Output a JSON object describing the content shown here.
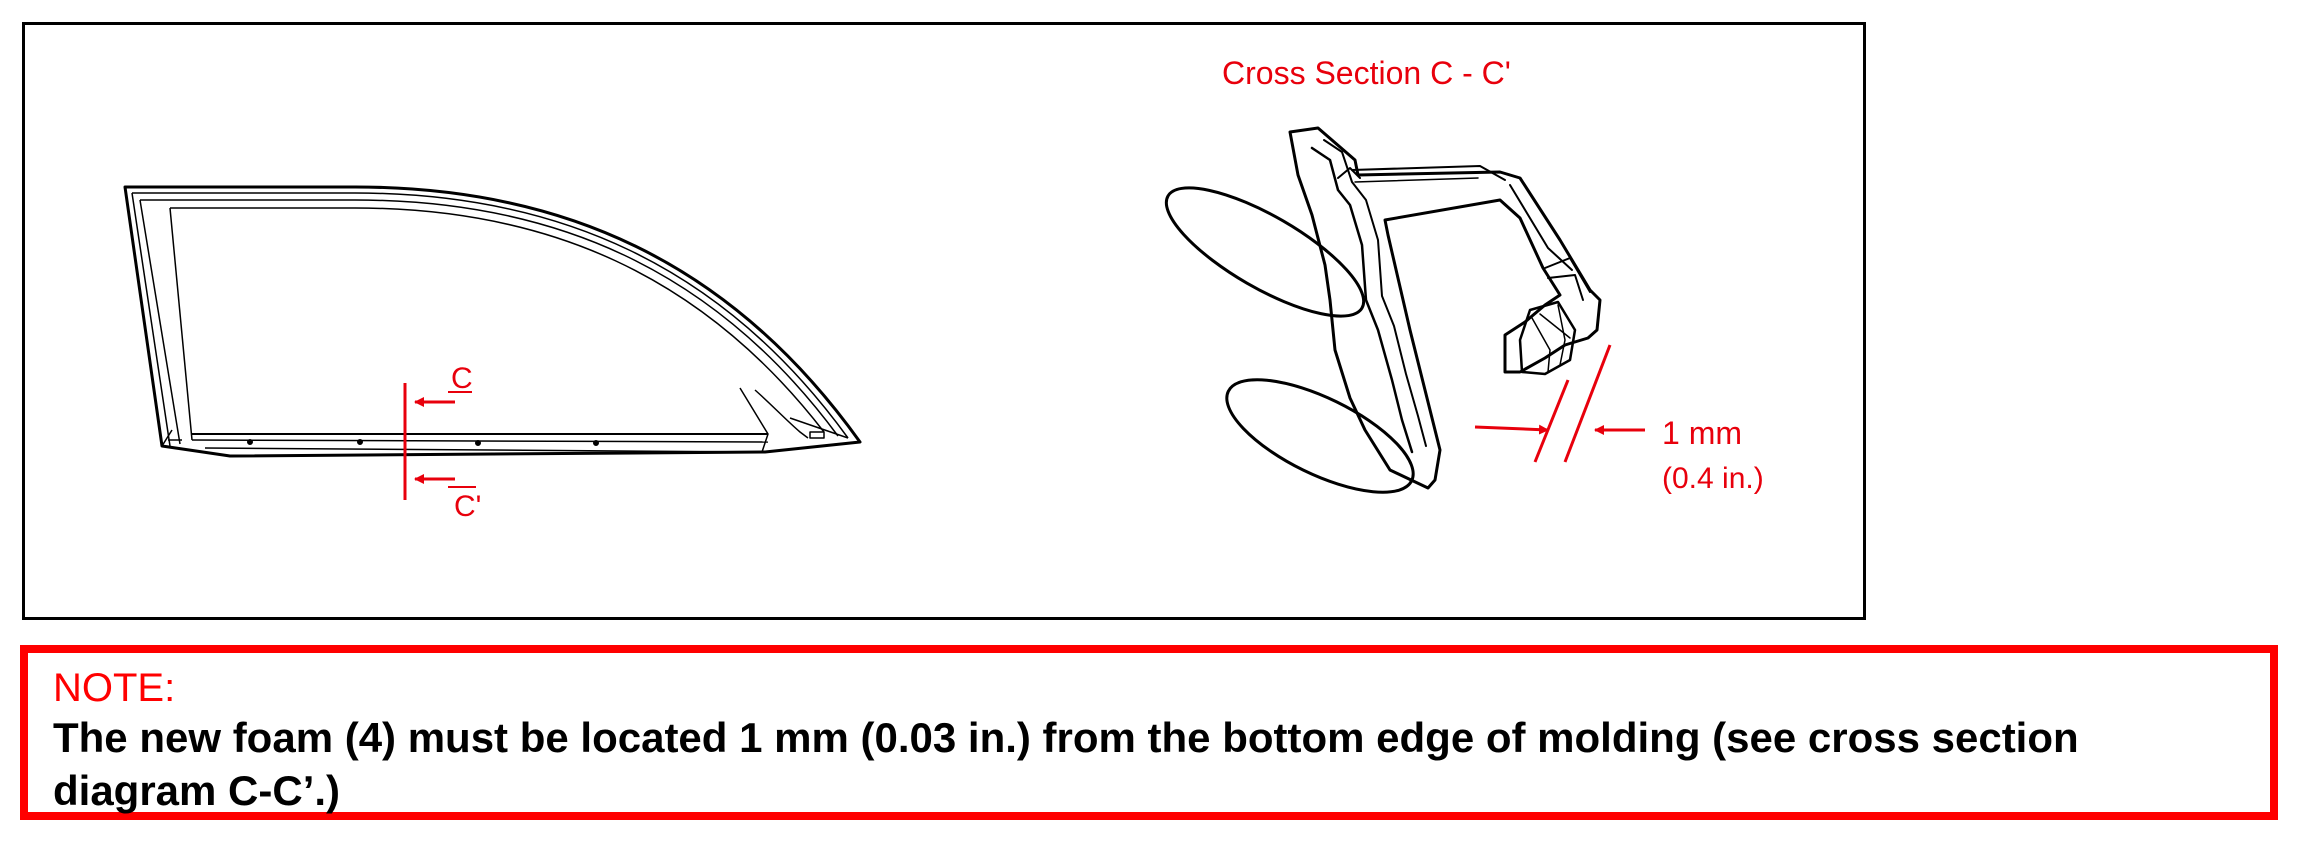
{
  "diagram": {
    "cross_section_title": "Cross Section C - C'",
    "section_label_top": "C",
    "section_label_bottom": "C'",
    "dimension_value": "1 mm",
    "dimension_alt": "(0.4 in.)"
  },
  "note": {
    "title": "NOTE:",
    "body": "The new foam (4) must be located 1 mm (0.03 in.) from the bottom edge of molding (see cross section diagram C-C’.)"
  },
  "colors": {
    "accent": "#ff0000",
    "line": "#000000"
  }
}
